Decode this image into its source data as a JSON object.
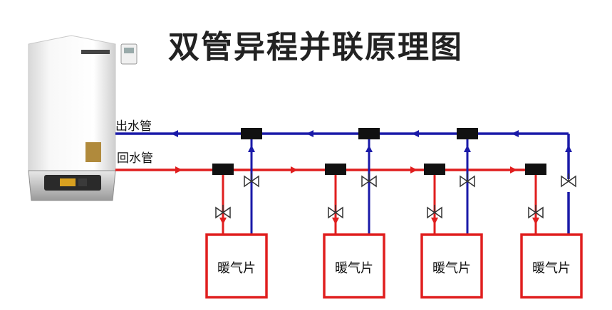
{
  "title": "双管异程并联原理图",
  "labels": {
    "supply_pipe": "出水管",
    "return_pipe": "回水管"
  },
  "radiators": [
    {
      "label": "暖气片"
    },
    {
      "label": "暖气片"
    },
    {
      "label": "暖气片"
    },
    {
      "label": "暖气片"
    }
  ],
  "colors": {
    "supply": "#1a1aa8",
    "return": "#e01e1e",
    "radiator_border": "#e01e1e",
    "fitting": "#111111"
  }
}
